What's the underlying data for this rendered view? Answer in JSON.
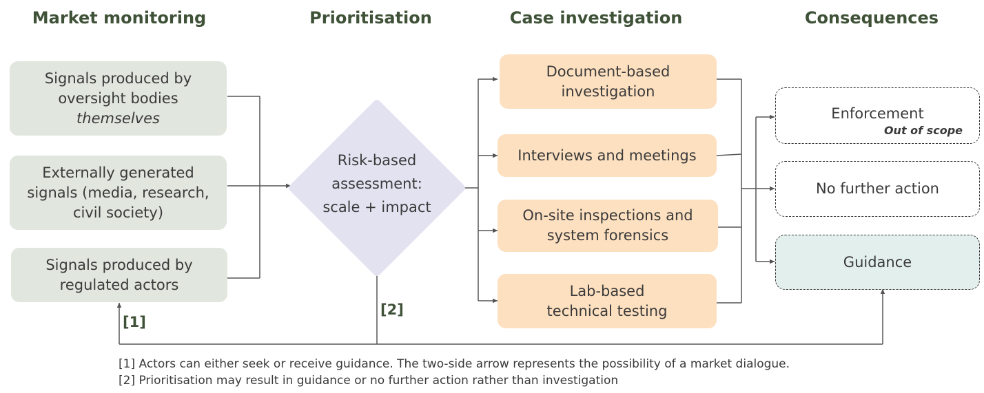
{
  "columns": {
    "market_monitoring": "Market monitoring",
    "prioritisation": "Prioritisation",
    "case_investigation": "Case investigation",
    "consequences": "Consequences"
  },
  "signals": {
    "oversight": {
      "line1": "Signals produced by",
      "line2": "oversight bodies",
      "line3": "themselves"
    },
    "external": {
      "line1": "Externally generated",
      "line2": "signals (media, research,",
      "line3": "civil society)"
    },
    "regulated": {
      "line1": "Signals produced by",
      "line2": "regulated actors"
    }
  },
  "assessment": {
    "line1": "Risk-based",
    "line2": "assessment:",
    "line3": "scale + impact"
  },
  "investigation": {
    "document": {
      "line1": "Document-based",
      "line2": "investigation"
    },
    "interviews": {
      "line1": "Interviews and meetings"
    },
    "onsite": {
      "line1": "On-site inspections and",
      "line2": "system forensics"
    },
    "lab": {
      "line1": "Lab-based",
      "line2": "technical testing"
    }
  },
  "consequences": {
    "enforcement": "Enforcement",
    "out_of_scope": "Out of scope",
    "no_further_action": "No further action",
    "guidance": "Guidance"
  },
  "refs": {
    "r1": "[1]",
    "r2": "[2]"
  },
  "notes": {
    "note1": "[1] Actors can either seek or receive guidance. The two-side arrow represents the possibility of a market dialogue.",
    "note2": "[2] Prioritisation may result in guidance or no further action rather than investigation"
  },
  "colors": {
    "title": "#3f5238",
    "signal_fill": "#e1e6de",
    "diamond_fill": "#e2e2f1",
    "investigation_fill": "#fde0c0",
    "guidance_fill": "#e3efec",
    "connector": "#555555"
  }
}
